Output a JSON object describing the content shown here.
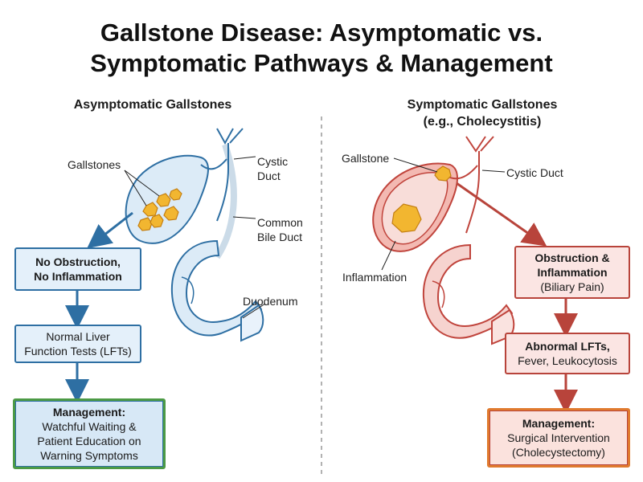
{
  "title": {
    "line1": "Gallstone Disease: Asymptomatic vs.",
    "line2": "Symptomatic Pathways & Management"
  },
  "left": {
    "heading": "Asymptomatic Gallstones",
    "labels": {
      "gallstones": "Gallstones",
      "cystic_duct_1": "Cystic",
      "cystic_duct_2": "Duct",
      "common_bile_duct_1": "Common",
      "common_bile_duct_2": "Bile Duct",
      "duodenum": "Duodenum"
    },
    "box1": {
      "line1": "No Obstruction,",
      "line2": "No Inflammation"
    },
    "box2": {
      "line1": "Normal Liver",
      "line2": "Function Tests (LFTs)"
    },
    "box3": {
      "heading": "Management:",
      "line1": "Watchful Waiting &",
      "line2": "Patient Education on",
      "line3": "Warning Symptoms"
    }
  },
  "right": {
    "heading_line1": "Symptomatic Gallstones",
    "heading_line2": "(e.g., Cholecystitis)",
    "labels": {
      "gallstone": "Gallstone",
      "cystic_duct": "Cystic Duct",
      "inflammation": "Inflammation"
    },
    "box1": {
      "line1": "Obstruction &",
      "line2": "Inflammation",
      "line3": "(Biliary Pain)"
    },
    "box2": {
      "line1": "Abnormal LFTs,",
      "line2": "Fever, Leukocytosis"
    },
    "box3": {
      "heading": "Management:",
      "line1": "Surgical Intervention",
      "line2": "(Cholecystectomy)"
    }
  },
  "colors": {
    "blue_outline": "#2e6fa3",
    "blue_fill": "#dcebf7",
    "red_outline": "#c0443c",
    "red_fill": "#f6d3cf",
    "stone": "#f2b630"
  }
}
